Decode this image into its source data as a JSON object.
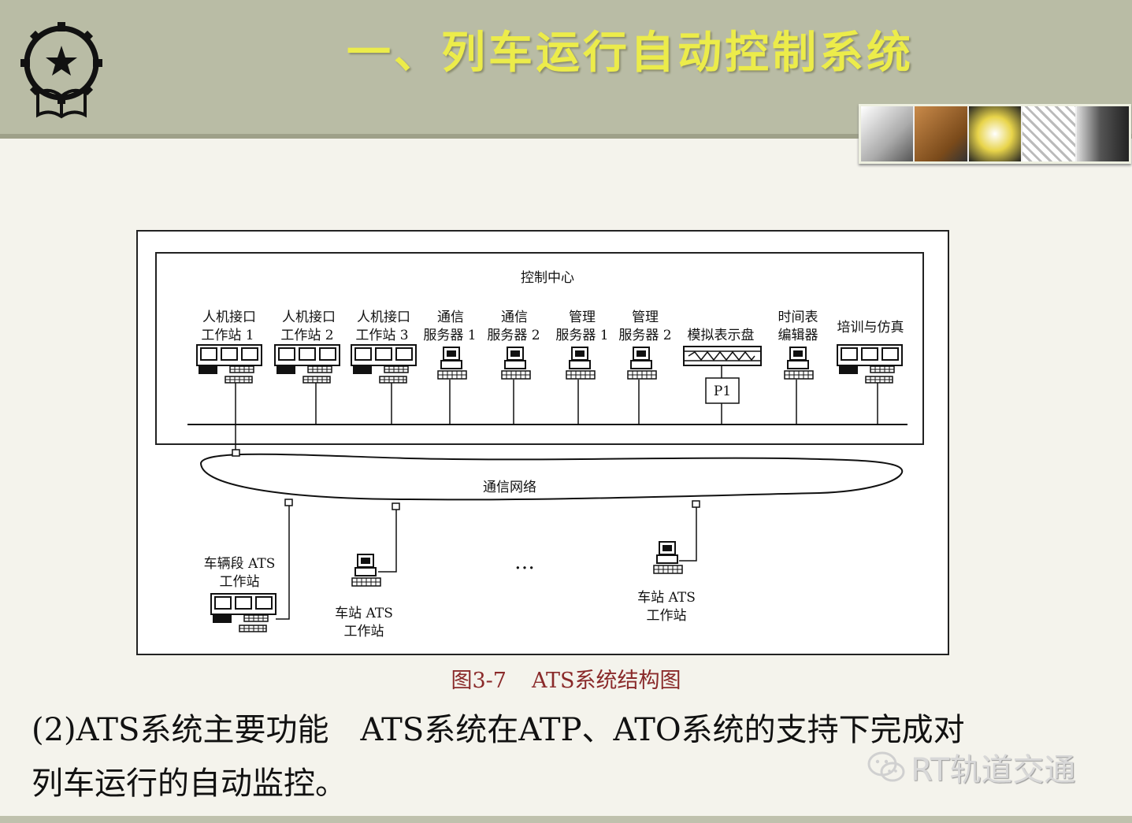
{
  "slide": {
    "title": "一、列车运行自动控制系统",
    "caption_fig": "图3-7",
    "caption_text": "ATS系统结构图",
    "body_line1": "(2)ATS系统主要功能　ATS系统在ATP、ATO系统的支持下完成对",
    "body_line2": "列车运行的自动监控。",
    "watermark": "RT轨道交通",
    "colors": {
      "header": "#b9bca5",
      "title": "#ecec4a",
      "caption": "#8a2a2a",
      "background": "#f4f3ec"
    }
  },
  "diagram": {
    "control_center": "控制中心",
    "network": "通信网络",
    "ellipsis": "…",
    "p1": "P1",
    "nodes": [
      {
        "line1": "人机接口",
        "line2": "工作站 1",
        "icon": "multi-monitor-workstation-icon"
      },
      {
        "line1": "人机接口",
        "line2": "工作站 2",
        "icon": "multi-monitor-workstation-icon"
      },
      {
        "line1": "人机接口",
        "line2": "工作站 3",
        "icon": "multi-monitor-workstation-icon"
      },
      {
        "line1": "通信",
        "line2": "服务器 1",
        "icon": "computer-icon"
      },
      {
        "line1": "通信",
        "line2": "服务器 2",
        "icon": "computer-icon"
      },
      {
        "line1": "管理",
        "line2": "服务器 1",
        "icon": "computer-icon"
      },
      {
        "line1": "管理",
        "line2": "服务器 2",
        "icon": "computer-icon"
      },
      {
        "line1": "模拟表示盘",
        "line2": "",
        "icon": "display-panel-icon"
      },
      {
        "line1": "时间表",
        "line2": "编辑器",
        "icon": "computer-icon"
      },
      {
        "line1": "培训与仿真",
        "line2": "",
        "icon": "multi-monitor-workstation-icon"
      }
    ],
    "field": {
      "depot_line1": "车辆段 ATS",
      "depot_line2": "工作站",
      "station_a_line1": "车站 ATS",
      "station_a_line2": "工作站",
      "station_b_line1": "车站 ATS",
      "station_b_line2": "工作站"
    }
  }
}
